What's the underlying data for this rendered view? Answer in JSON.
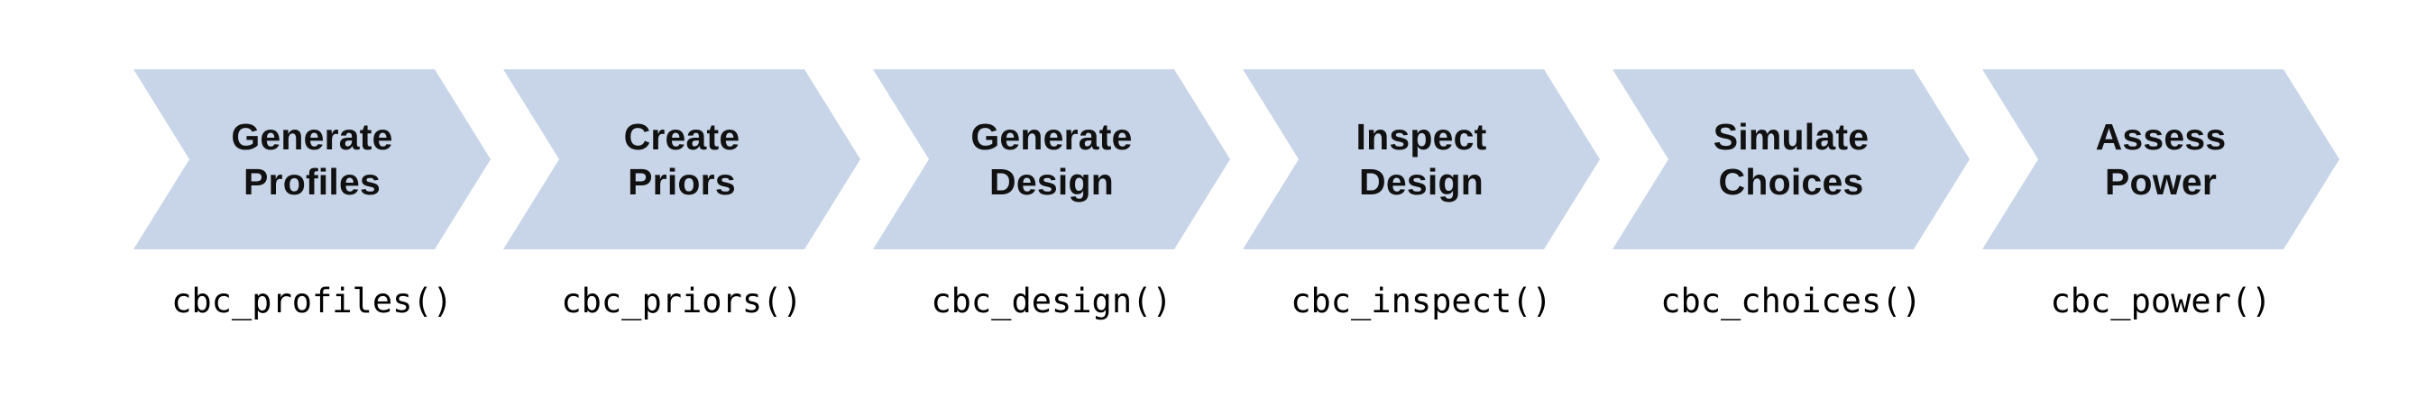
{
  "diagram": {
    "colors": {
      "chevron_fill": "#c8d5e8",
      "label_text": "#111111",
      "function_text": "#000000",
      "page_bg": "#ffffff"
    },
    "steps": [
      {
        "label_line1": "Generate",
        "label_line2": "Profiles",
        "function": "cbc_profiles()"
      },
      {
        "label_line1": "Create",
        "label_line2": "Priors",
        "function": "cbc_priors()"
      },
      {
        "label_line1": "Generate",
        "label_line2": "Design",
        "function": "cbc_design()"
      },
      {
        "label_line1": "Inspect",
        "label_line2": "Design",
        "function": "cbc_inspect()"
      },
      {
        "label_line1": "Simulate",
        "label_line2": "Choices",
        "function": "cbc_choices()"
      },
      {
        "label_line1": "Assess",
        "label_line2": "Power",
        "function": "cbc_power()"
      }
    ]
  }
}
